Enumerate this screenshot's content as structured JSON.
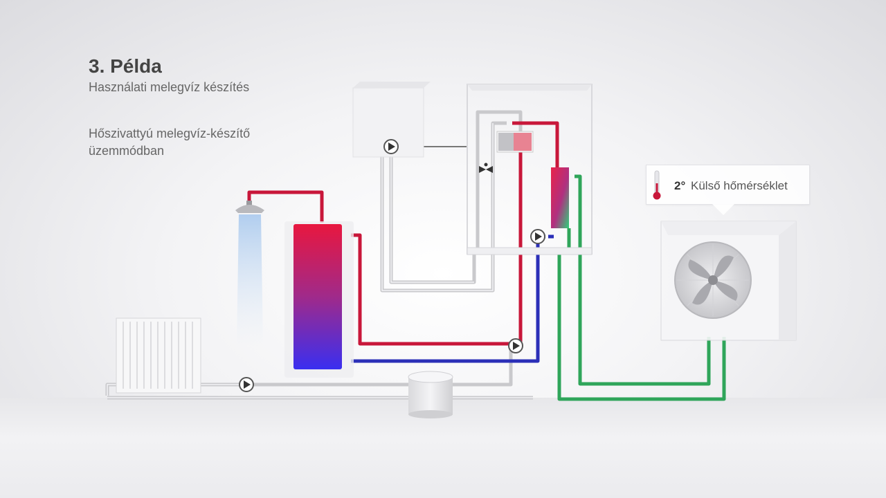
{
  "header": {
    "title": "3. Példa",
    "subtitle": "Használati melegvíz készítés",
    "mode": "Hőszivattyú melegvíz-készítő üzemmódban"
  },
  "outdoor": {
    "value": "2°",
    "label": "Külső hőmérséklet"
  },
  "colors": {
    "hot": "#c8173a",
    "cold": "#2b2fb8",
    "glycol": "#2fa55a",
    "pipe": "#c9c9cc"
  }
}
